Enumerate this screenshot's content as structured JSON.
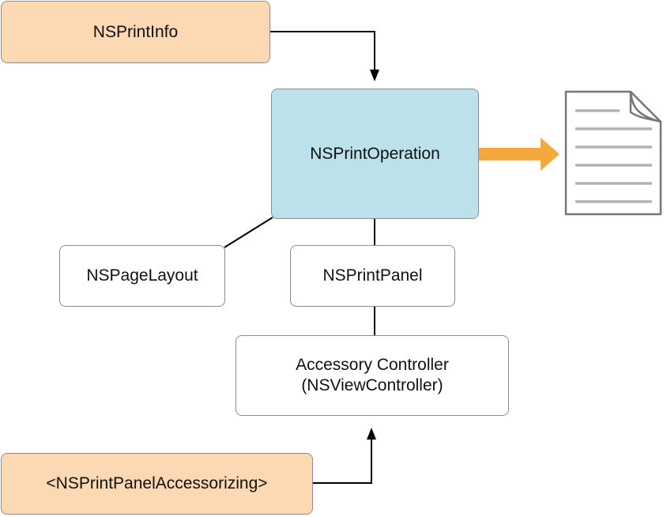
{
  "boxes": {
    "print_info": "NSPrintInfo",
    "print_operation": "NSPrintOperation",
    "page_layout": "NSPageLayout",
    "print_panel": "NSPrintPanel",
    "accessory_controller_line1": "Accessory Controller",
    "accessory_controller_line2": "(NSViewController)",
    "accessorizing_protocol": "<NSPrintPanelAccessorizing>"
  },
  "colors": {
    "orange_box": "#fcd9b2",
    "blue_box": "#bde1ea",
    "output_arrow": "#f5a83b",
    "connector": "#000000",
    "document_lines": "#b3b3b3"
  },
  "icons": {
    "output_arrow": "right-arrow-icon",
    "output_document": "document-icon"
  }
}
